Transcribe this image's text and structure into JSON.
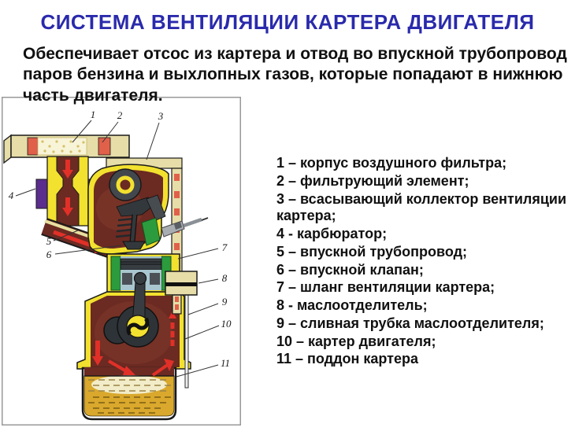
{
  "slide": {
    "title": "СИСТЕМА ВЕНТИЛЯЦИИ КАРТЕРА ДВИГАТЕЛЯ",
    "description": "Обеспечивает отсос из картера и отвод во впускной трубопровод паров бензина и выхлопных газов, которые попадают в нижнюю часть двигателя."
  },
  "legend": {
    "items": [
      "1 – корпус воздушного фильтра;",
      "2 – фильтрующий элемент;",
      "3 – всасывающий коллектор вентиляции картера;",
      "4 - карбюратор;",
      "5 – впускной трубопровод;",
      "6 – впускной клапан;",
      "7 – шланг вентиляции картера;",
      "8 - маслоотделитель;",
      "9 – сливная трубка маслоотделителя;",
      "10 – картер двигателя;",
      "11 – поддон картера"
    ]
  },
  "figure": {
    "callouts": [
      "1",
      "2",
      "3",
      "4",
      "5",
      "6",
      "7",
      "8",
      "9",
      "10",
      "11"
    ],
    "palette": {
      "title_blue": "#2a2aac",
      "body_text": "#101010",
      "frame_gray": "#999999",
      "housing_cream": "#e6dda8",
      "filter_pale": "#f8f4d8",
      "seal_orange": "#e0604a",
      "wall_yellow": "#f2e12f",
      "chamber_maroon": "#6b2a22",
      "carb_purple": "#5b2d8e",
      "liner_green": "#2c9b3e",
      "piston_blue": "#a9c6cf",
      "metal_dark": "#383d42",
      "oil_gold": "#d9a82c",
      "oil_pale": "#f2ecc8",
      "arrow_red": "#e03028"
    }
  }
}
